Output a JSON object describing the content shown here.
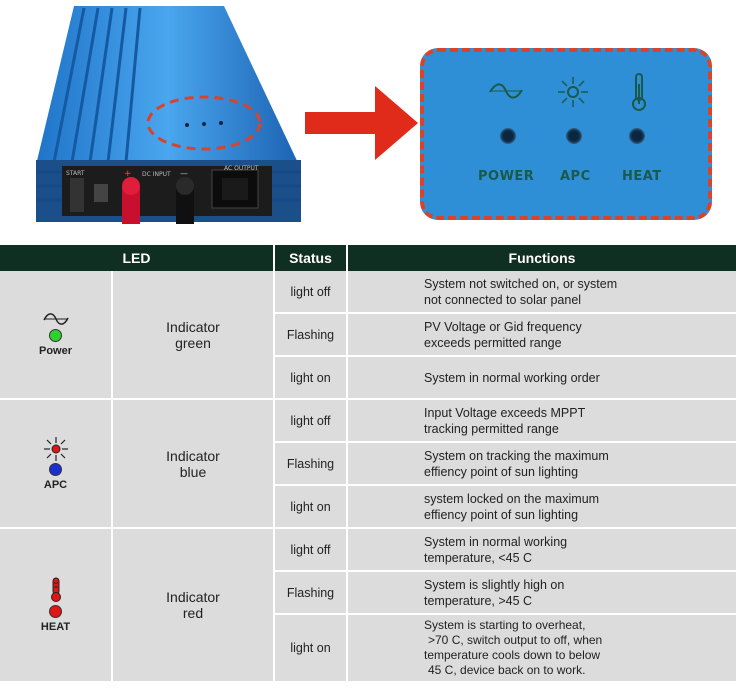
{
  "device_labels": {
    "start": "START",
    "dc_input": "DC INPUT",
    "ac_output": "AC OUTPUT",
    "plus": "+",
    "minus": "—"
  },
  "panel_labels": {
    "power": "POWER",
    "apc": "APC",
    "heat": "HEAT"
  },
  "table": {
    "headers": {
      "led": "LED",
      "status": "Status",
      "functions": "Functions"
    },
    "groups": [
      {
        "led_name": "Power",
        "icon": "sine-wave-icon",
        "dot_color": "#2fd12f",
        "color_line1": "Indicator",
        "color_line2": "green",
        "rows": [
          {
            "status": "light off",
            "f1": "System not switched on, or system",
            "f2": "not connected to solar panel"
          },
          {
            "status": "Flashing",
            "f1": "PV Voltage or Gid frequency",
            "f2": "exceeds permitted range"
          },
          {
            "status": "light on",
            "f1": "System in normal working order",
            "f2": ""
          }
        ]
      },
      {
        "led_name": "APC",
        "icon": "sun-icon",
        "dot_color": "#1a2fd0",
        "color_line1": "Indicator",
        "color_line2": "blue",
        "rows": [
          {
            "status": "light off",
            "f1": "Input Voltage exceeds MPPT",
            "f2": "tracking permitted range"
          },
          {
            "status": "Flashing",
            "f1": "System on tracking the maximum",
            "f2": "effiency point of sun lighting"
          },
          {
            "status": "light on",
            "f1": "system locked on the maximum",
            "f2": "effiency point of sun lighting"
          }
        ]
      },
      {
        "led_name": "HEAT",
        "icon": "thermometer-icon",
        "dot_color": "#e01515",
        "color_line1": "Indicator",
        "color_line2": "red",
        "rows": [
          {
            "status": "light off",
            "f1": "System in normal working",
            "f2": "temperature, <45 C"
          },
          {
            "status": "Flashing",
            "f1": "System is slightly high on",
            "f2": "temperature, >45 C"
          },
          {
            "status": "light on",
            "f1": "System is starting to overheat,",
            "f2": ">70 C, switch output to off, when",
            "f3": "temperature cools down to below",
            "f4": "45 C, device back on to work."
          }
        ]
      }
    ]
  }
}
